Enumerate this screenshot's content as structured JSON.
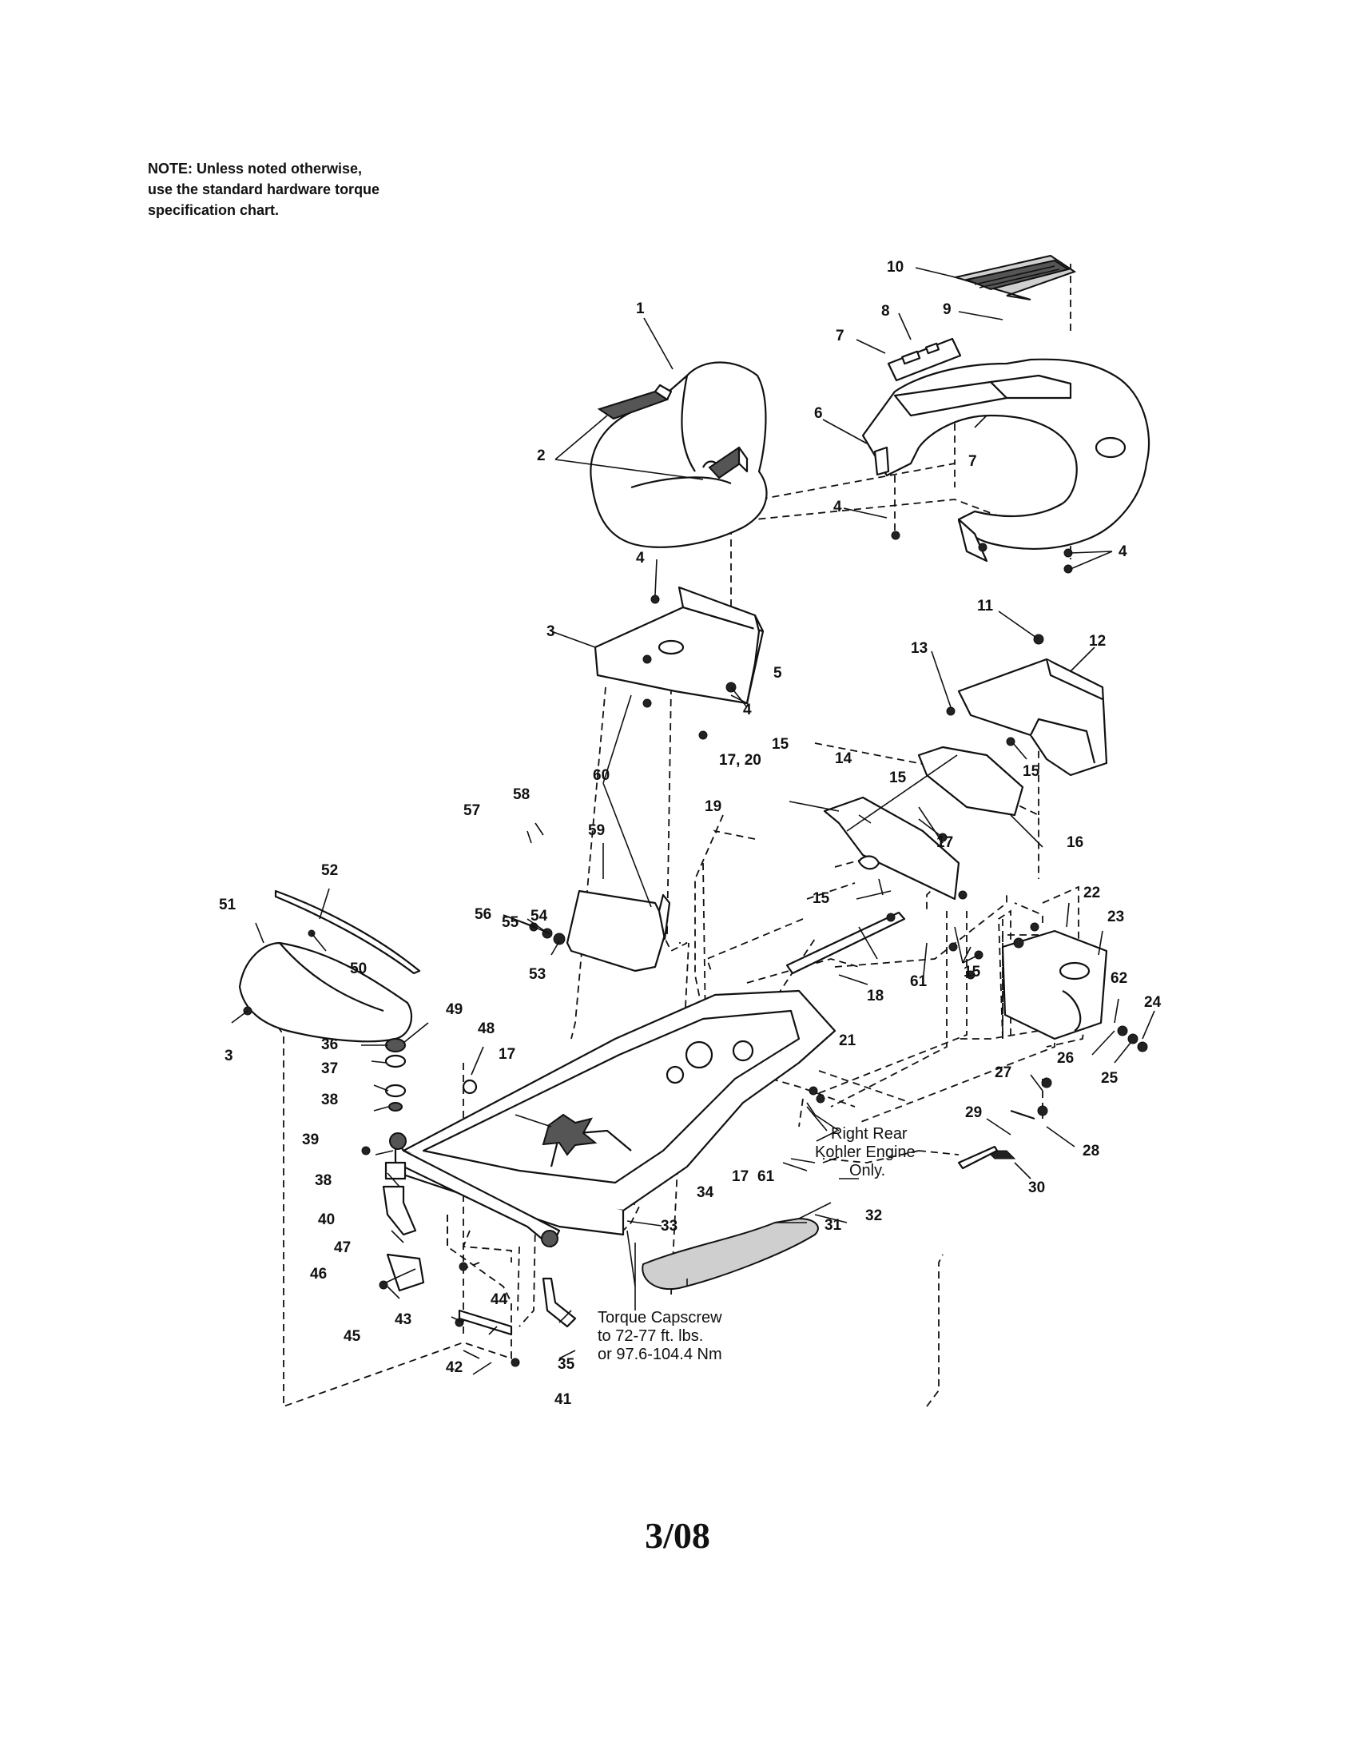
{
  "note": {
    "lines": [
      "NOTE: Unless noted otherwise,",
      "use the standard hardware torque",
      "specification chart."
    ]
  },
  "callouts": {
    "right_rear": [
      "Right Rear",
      "Kohler Engine",
      "Only."
    ],
    "torque": [
      "Torque Capscrew",
      "to 72-77 ft. lbs.",
      "or 97.6-104.4 Nm"
    ]
  },
  "labels": {
    "l1": "1",
    "l2": "2",
    "l3a": "3",
    "l3b": "3",
    "l4a": "4",
    "l4b": "4",
    "l4c": "4",
    "l4d": "4",
    "l5": "5",
    "l6": "6",
    "l7a": "7",
    "l7b": "7",
    "l8": "8",
    "l9": "9",
    "l10": "10",
    "l11": "11",
    "l12": "12",
    "l13": "13",
    "l14": "14",
    "l15a": "15",
    "l15b": "15",
    "l15c": "15",
    "l15d": "15",
    "l15e": "15",
    "l16": "16",
    "l17a": "17",
    "l17b": "17",
    "l17c": "17",
    "l1720": "17, 20",
    "l18": "18",
    "l19": "19",
    "l21": "21",
    "l22": "22",
    "l23": "23",
    "l24": "24",
    "l25": "25",
    "l26": "26",
    "l27": "27",
    "l28": "28",
    "l29": "29",
    "l30": "30",
    "l31": "31",
    "l32": "32",
    "l33": "33",
    "l34": "34",
    "l35": "35",
    "l36": "36",
    "l37": "37",
    "l38a": "38",
    "l38b": "38",
    "l39": "39",
    "l40": "40",
    "l41": "41",
    "l42": "42",
    "l43": "43",
    "l44": "44",
    "l45": "45",
    "l46": "46",
    "l47": "47",
    "l48": "48",
    "l49": "49",
    "l50": "50",
    "l51": "51",
    "l52": "52",
    "l53": "53",
    "l54": "54",
    "l55": "55",
    "l56": "56",
    "l57": "57",
    "l58": "58",
    "l59": "59",
    "l60": "60",
    "l61a": "61",
    "l61b": "61",
    "l62": "62"
  },
  "footer": {
    "date": "3/08"
  }
}
